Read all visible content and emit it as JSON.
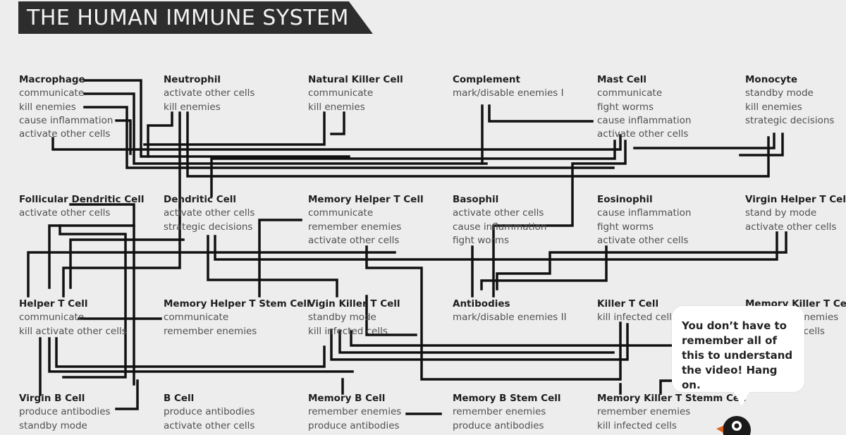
{
  "title": "THE HUMAN IMMUNE SYSTEM",
  "cells": {
    "macrophage": {
      "name": "Macrophage",
      "functions": [
        "communicate",
        "kill enemies",
        "cause inflammation",
        "activate other cells"
      ]
    },
    "neutrophil": {
      "name": "Neutrophil",
      "functions": [
        "activate other cells",
        "kill enemies"
      ]
    },
    "nk": {
      "name": "Natural Killer Cell",
      "functions": [
        "communicate",
        "kill enemies"
      ]
    },
    "complement": {
      "name": "Complement",
      "functions": [
        "mark/disable enemies I"
      ]
    },
    "mast": {
      "name": "Mast Cell",
      "functions": [
        "communicate",
        "fight worms",
        "cause inflammation",
        "activate other cells"
      ]
    },
    "monocyte": {
      "name": "Monocyte",
      "functions": [
        "standby mode",
        "kill enemies",
        "strategic decisions"
      ]
    },
    "fdc": {
      "name": "Follicular Dendritic Cell",
      "functions": [
        "activate other cells"
      ]
    },
    "dendritic": {
      "name": "Dendritic Cell",
      "functions": [
        "activate other cells",
        "strategic decisions"
      ]
    },
    "mht": {
      "name": "Memory Helper T Cell",
      "functions": [
        "communicate",
        "remember enemies",
        "activate other cells"
      ]
    },
    "basophil": {
      "name": "Basophil",
      "functions": [
        "activate other cells",
        "cause inflammation",
        "fight worms"
      ]
    },
    "eosinophil": {
      "name": "Eosinophil",
      "functions": [
        "cause inflammation",
        "fight worms",
        "activate other cells"
      ]
    },
    "vht": {
      "name": "Virgin Helper T Cell",
      "functions": [
        "stand by mode",
        "activate other cells"
      ]
    },
    "helper": {
      "name": "Helper T Cell",
      "functions": [
        "communicate",
        "kill activate other cells"
      ]
    },
    "mhts": {
      "name": "Memory Helper T Stem Cell",
      "functions": [
        "communicate",
        "remember enemies"
      ]
    },
    "vkt": {
      "name": "Vigin Killer T Cell",
      "functions": [
        "standby mode",
        "kill infected cells"
      ]
    },
    "antibodies": {
      "name": "Antibodies",
      "functions": [
        "mark/disable enemies II"
      ]
    },
    "killer": {
      "name": "Killer T Cell",
      "functions": [
        "kill infected cells"
      ]
    },
    "mkt": {
      "name": "Memory Killer T Cell",
      "functions": [
        "remember enemies",
        "kill infected cells"
      ]
    },
    "vb": {
      "name": "Virgin B Cell",
      "functions": [
        "produce antibodies",
        "standby mode"
      ]
    },
    "b": {
      "name": "B Cell",
      "functions": [
        "produce antibodies",
        "activate other cells"
      ]
    },
    "mb": {
      "name": "Memory B Cell",
      "functions": [
        "remember enemies",
        "produce antibodies"
      ]
    },
    "mbs": {
      "name": "Memory B Stem Cell",
      "functions": [
        "remember enemies",
        "produce antibodies"
      ]
    },
    "mkts": {
      "name": "Memory Killer T Stemm Cell",
      "functions": [
        "remember enemies",
        "kill infected cells"
      ]
    }
  },
  "bubble": {
    "lines": [
      "You don’t have to",
      "remember all of",
      "this to understand",
      "the video! Hang on."
    ]
  },
  "colors": {
    "background": "#ededed",
    "banner": "#2d2d2d",
    "wire": "#111111",
    "mascot_accent": "#e0641e"
  }
}
